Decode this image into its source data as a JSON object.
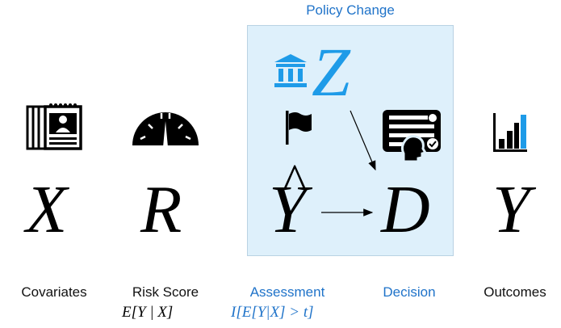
{
  "header": {
    "policy_label": "Policy Change"
  },
  "variables": {
    "x": "X",
    "r": "R",
    "yhat": "Y",
    "d": "D",
    "y": "Y",
    "z": "Z"
  },
  "labels": {
    "covariates": "Covariates",
    "risk_score": "Risk Score",
    "assessment": "Assessment",
    "decision": "Decision",
    "outcomes": "Outcomes"
  },
  "formulas": {
    "risk_score": "E[Y | X]",
    "assessment": "I[E[Y|X] > t]"
  },
  "icons": [
    "document-profile-icon",
    "speedometer-icon",
    "institution-icon",
    "flag-icon",
    "decision-card-icon",
    "bar-chart-icon"
  ],
  "colors": {
    "accent": "#1f73c9",
    "z_blue": "#1e9be8",
    "policy_bg": "#def0fb"
  }
}
